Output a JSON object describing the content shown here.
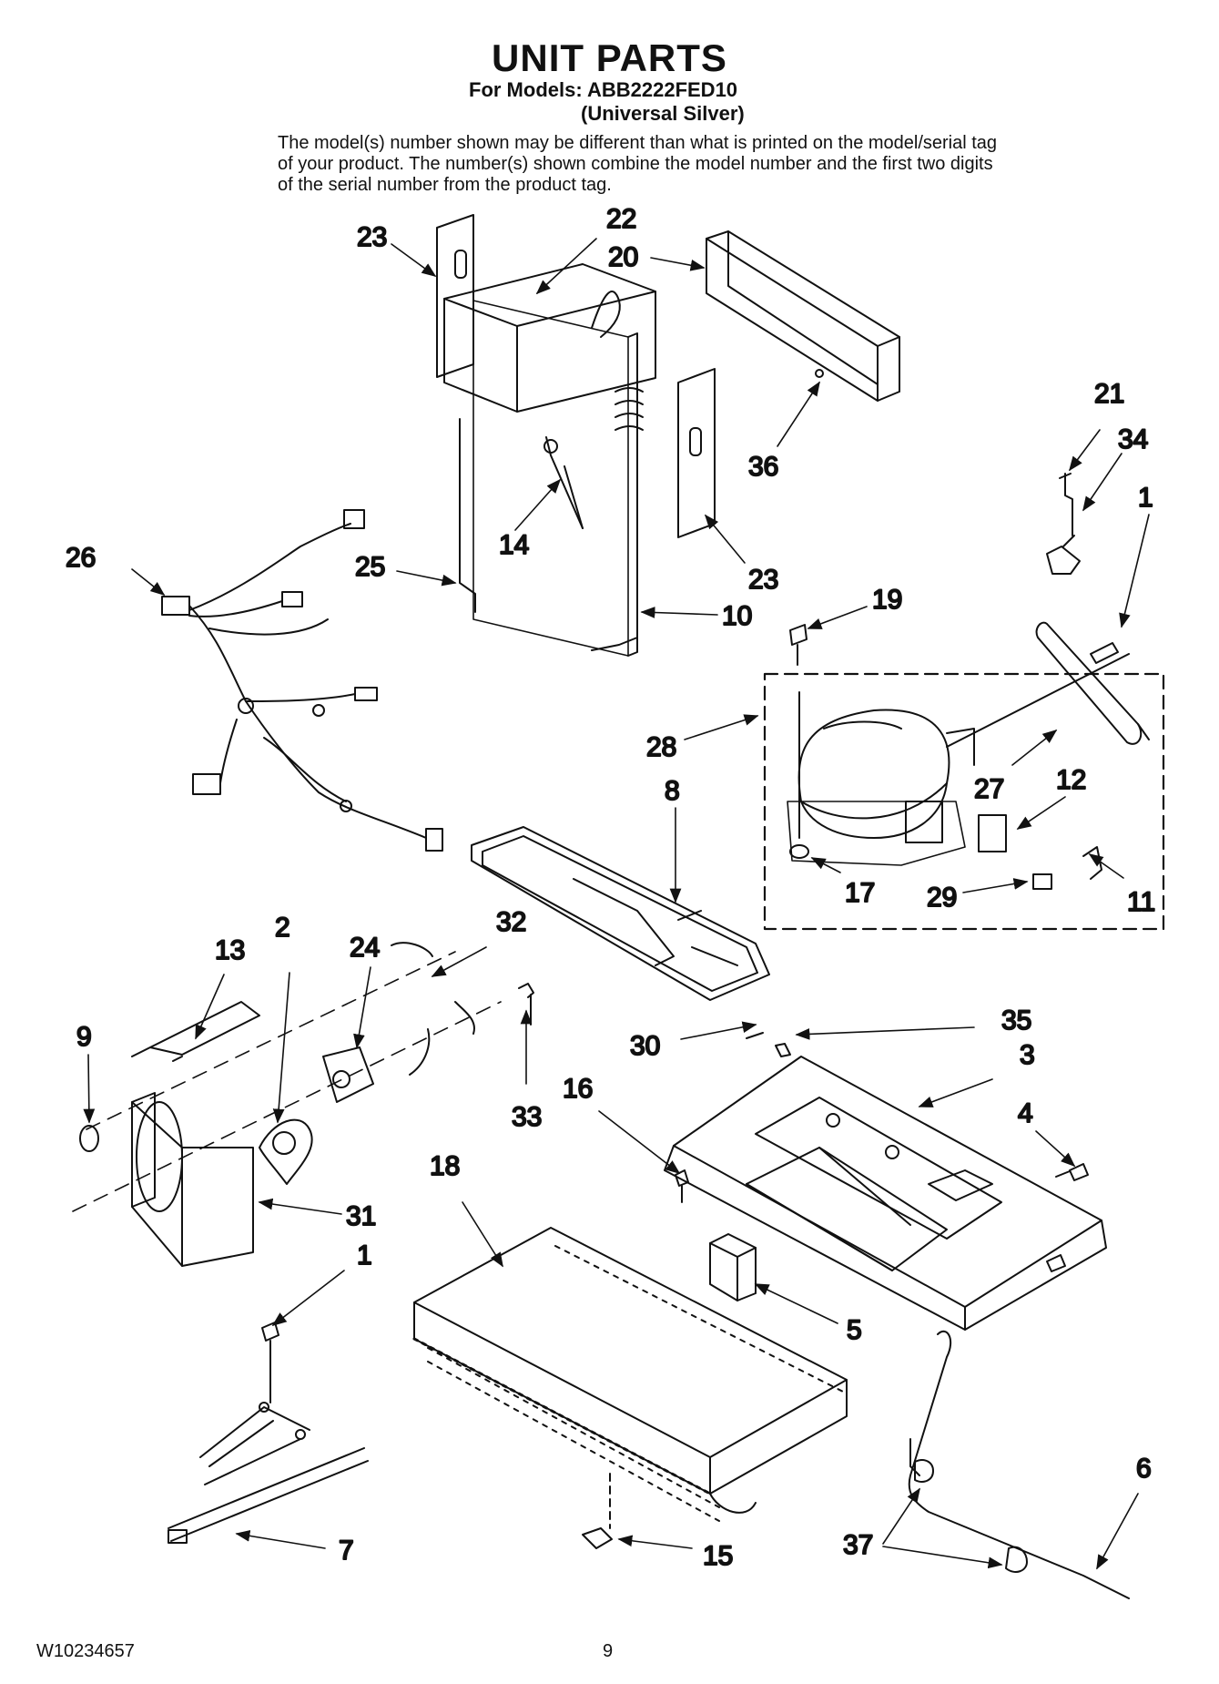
{
  "header": {
    "title": "UNIT PARTS",
    "models": "For Models: ABB2222FED10",
    "variant": "(Universal Silver)",
    "note": "The model(s) number shown may be different than what is printed on the model/serial tag of your product. The number(s) shown combine the model number and the first two digits of the serial number from the product tag."
  },
  "callouts": {
    "c23a": "23",
    "c22": "22",
    "c20": "20",
    "c21": "21",
    "c34": "34",
    "c1a": "1",
    "c36": "36",
    "c26": "26",
    "c25": "25",
    "c14": "14",
    "c23b": "23",
    "c10": "10",
    "c19": "19",
    "c28": "28",
    "c27": "27",
    "c12": "12",
    "c8": "8",
    "c17": "17",
    "c29": "29",
    "c11": "11",
    "c13": "13",
    "c2": "2",
    "c24": "24",
    "c32": "32",
    "c9": "9",
    "c33": "33",
    "c30": "30",
    "c35": "35",
    "c3": "3",
    "c16": "16",
    "c4": "4",
    "c18": "18",
    "c31": "31",
    "c1b": "1",
    "c5": "5",
    "c6": "6",
    "c7": "7",
    "c15": "15",
    "c37": "37"
  },
  "footer": {
    "doc_number": "W10234657",
    "page": "9"
  }
}
